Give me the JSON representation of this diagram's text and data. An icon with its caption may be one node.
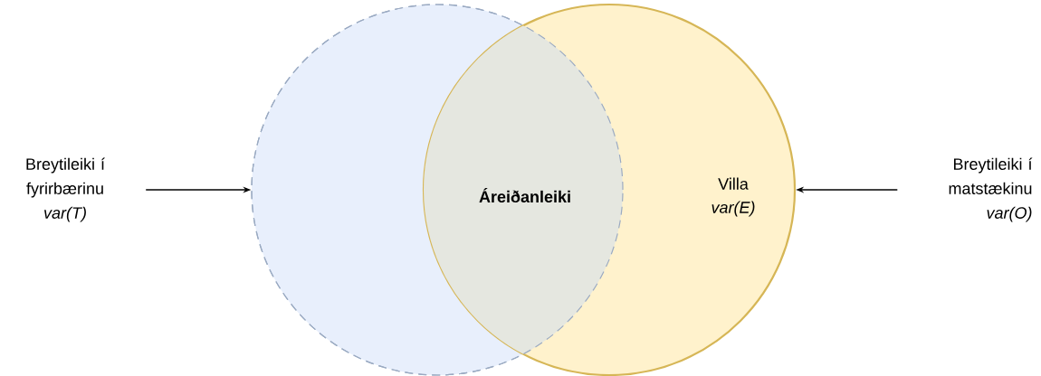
{
  "diagram": {
    "nodes": [
      {
        "text": [],
        "shape": "circle"
      },
      {
        "text": [
          "Villa *var(E)*"
        ]
      },
      {
        "text": [
          "Breytileiki í fyrirbærinu *var(T)*"
        ]
      },
      {
        "text": [
          "Breytileiki í matstækinu *var(O)*"
        ]
      }
    ],
    "edges": [
      {
        "from": 2,
        "to": 0,
        "arrow": "to"
      },
      {
        "from": 3,
        "to": 1,
        "arrow": "to"
      }
    ],
    "labels": [
      "**Áreiðanleiki**"
    ]
  }
}
